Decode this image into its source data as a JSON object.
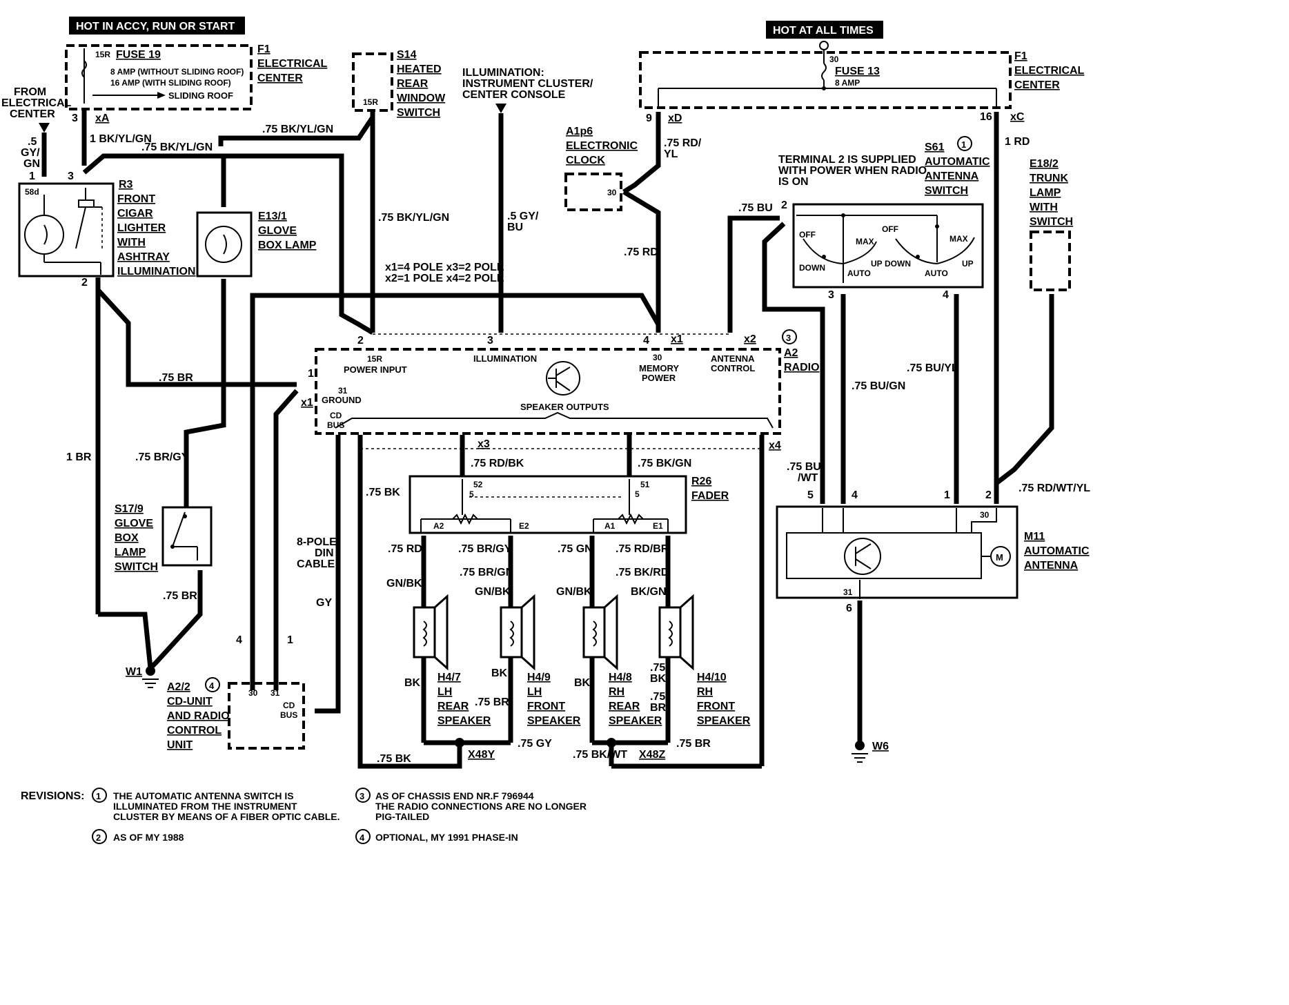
{
  "banners": {
    "left": "HOT IN ACCY, RUN OR START",
    "right": "HOT AT ALL TIMES"
  },
  "f1_left": {
    "title": "F1",
    "lines": [
      "ELECTRICAL",
      "CENTER"
    ],
    "fuse": "FUSE 19",
    "term": "15R",
    "rating1": "8 AMP (WITHOUT SLIDING ROOF)",
    "rating2": "16 AMP (WITH SLIDING ROOF)",
    "roof": "SLIDING ROOF",
    "pin": "3",
    "conn": "xA"
  },
  "f1_right": {
    "title": "F1",
    "lines": [
      "ELECTRICAL",
      "CENTER"
    ],
    "fuse": "FUSE 13",
    "rating": "8 AMP",
    "term": "30",
    "pin_d": "9",
    "conn_d": "xD",
    "pin_c": "16",
    "conn_c": "xC"
  },
  "from_ec": {
    "lines": [
      "FROM",
      "ELECTRICAL",
      "CENTER"
    ],
    "wire1": ".5",
    "wire2": "GY/",
    "wire3": "GN"
  },
  "s14": {
    "title": "S14",
    "lines": [
      "HEATED",
      "REAR",
      "WINDOW",
      "SWITCH"
    ],
    "term": "15R"
  },
  "illum": {
    "lines": [
      "ILLUMINATION:",
      "INSTRUMENT CLUSTER/",
      "CENTER CONSOLE"
    ]
  },
  "a1p6": {
    "title": "A1p6",
    "lines": [
      "ELECTRONIC",
      "CLOCK"
    ],
    "pin": "30"
  },
  "r3": {
    "title": "R3",
    "lines": [
      "FRONT",
      "CIGAR",
      "LIGHTER",
      "WITH",
      "ASHTRAY",
      "ILLUMINATION"
    ],
    "pin_top": "3",
    "pin_bot": "2",
    "term": "58d"
  },
  "e13": {
    "title": "E13/1",
    "lines": [
      "GLOVE",
      "BOX LAMP"
    ]
  },
  "s17": {
    "title": "S17/9",
    "lines": [
      "GLOVE",
      "BOX",
      "LAMP",
      "SWITCH"
    ]
  },
  "s61": {
    "title": "S61",
    "rev": "1",
    "lines": [
      "AUTOMATIC",
      "ANTENNA",
      "SWITCH"
    ],
    "note": [
      "TERMINAL 2 IS SUPPLIED",
      "WITH POWER WHEN RADIO",
      "IS ON"
    ],
    "pos": [
      "OFF",
      "DOWN",
      "MAX",
      "UP",
      "AUTO",
      "OFF",
      "DOWN",
      "MAX",
      "UP",
      "AUTO"
    ],
    "pin2": "2",
    "pin3": "3",
    "pin4": "4"
  },
  "e18": {
    "title": "E18/2",
    "lines": [
      "TRUNK",
      "LAMP",
      "WITH",
      "SWITCH"
    ]
  },
  "a2": {
    "title": "A2",
    "rev": "3",
    "lines": [
      "RADIO"
    ],
    "pins": [
      {
        "n": "2",
        "t": "15R",
        "l": "POWER INPUT"
      },
      {
        "n": "3",
        "t": "",
        "l": "ILLUMINATION"
      },
      {
        "n": "4",
        "t": "30",
        "l": "MEMORY POWER"
      }
    ],
    "ant": [
      "ANTENNA",
      "CONTROL"
    ],
    "x1": "x1",
    "x2": "x2",
    "x3": "x3",
    "x4": "x4",
    "gnd": [
      "31",
      "GROUND"
    ],
    "cd": [
      "CD",
      "BUS"
    ],
    "spk": "SPEAKER OUTPUTS",
    "pin1": "1",
    "poles": [
      "x1=4 POLE x3=2 POLE",
      "x2=1 POLE x4=2 POLE"
    ]
  },
  "r26": {
    "title": "R26",
    "lines": [
      "FADER"
    ],
    "p52": "52",
    "p51": "51",
    "p5a": "5",
    "p5b": "5",
    "a2": "A2",
    "e2": "E2",
    "a1": "A1",
    "e1": "E1"
  },
  "m11": {
    "title": "M11",
    "lines": [
      "AUTOMATIC",
      "ANTENNA"
    ],
    "pins": [
      "5",
      "4",
      "1",
      "2"
    ],
    "t30": "30",
    "t31": "31",
    "p6": "6",
    "motor": "M"
  },
  "a22": {
    "title": "A2/2",
    "rev": "4",
    "lines": [
      "CD-UNIT",
      "AND RADIO",
      "CONTROL",
      "UNIT"
    ],
    "p30": "30",
    "p31": "31",
    "cd": [
      "CD",
      "BUS"
    ],
    "pin4": "4",
    "pin1": "1"
  },
  "cable": {
    "lines": [
      "8-POLE",
      "DIN",
      "CABLE"
    ],
    "color": "GY"
  },
  "speakers": [
    {
      "id": "H4/7",
      "lines": [
        "LH",
        "REAR",
        "SPEAKER"
      ],
      "top": ".75 RD",
      "mid": "GN/BK",
      "bot": "BK"
    },
    {
      "id": "H4/9",
      "lines": [
        "LH",
        "FRONT",
        "SPEAKER"
      ],
      "top": ".75 BR/GY",
      "mid1": ".75 BR/GN",
      "mid": "GN/BK",
      "bot": "BK",
      "bot2": ".75 BR"
    },
    {
      "id": "H4/8",
      "lines": [
        "RH",
        "REAR",
        "SPEAKER"
      ],
      "top": ".75 GN",
      "mid": "GN/BK",
      "bot": "BK"
    },
    {
      "id": "H4/10",
      "lines": [
        "RH",
        "FRONT",
        "SPEAKER"
      ],
      "top": ".75 RD/BR",
      "mid1": ".75 BK/RD",
      "mid": "BK/GN",
      "bot1": ".75",
      "bot2": "BK",
      "bot3": ".75",
      "bot4": "BR"
    }
  ],
  "grounds": {
    "w1": "W1",
    "w6": "W6",
    "x48y": "X48Y",
    "x48z": "X48Z"
  },
  "wires": {
    "bkylgn1": "1 BK/YL/GN",
    "bkylgn2": ".75 BK/YL/GN",
    "bkylgn3": ".75 BK/YL/GN",
    "bkylgn4": ".75 BK/YL/GN",
    "gybu": [
      ".5 GY/",
      "BU"
    ],
    "rdyl": [
      ".75 RD/",
      "YL"
    ],
    "rd75": ".75 RD",
    "rd1": "1 RD",
    "bu75": ".75 BU",
    "br75": ".75 BR",
    "br1": "1 BR",
    "brgy": ".75 BR/GY",
    "br75b": ".75 BR",
    "bugn": ".75 BU/GN",
    "buyl": ".75 BU/YL",
    "buwt": [
      ".75 BU",
      "/WT"
    ],
    "rdwtyl": ".75 RD/WT/YL",
    "bk75": ".75 BK",
    "rdbk": ".75 RD/BK",
    "bkgn": ".75 BK/GN",
    "bk75b": ".75 BK",
    "gy75": ".75 GY",
    "bkwt": ".75 BK/WT",
    "br75c": ".75 BR"
  },
  "revisions": {
    "label": "REVISIONS:",
    "items": [
      {
        "n": "1",
        "lines": [
          "THE AUTOMATIC ANTENNA SWITCH IS",
          "ILLUMINATED FROM THE INSTRUMENT",
          "CLUSTER BY MEANS OF A FIBER OPTIC CABLE."
        ]
      },
      {
        "n": "2",
        "lines": [
          "AS OF MY 1988"
        ]
      },
      {
        "n": "3",
        "lines": [
          "AS OF CHASSIS END NR.F 796944",
          "THE RADIO CONNECTIONS ARE NO LONGER",
          "PIG-TAILED"
        ]
      },
      {
        "n": "4",
        "lines": [
          "OPTIONAL, MY 1991 PHASE-IN"
        ]
      }
    ]
  }
}
